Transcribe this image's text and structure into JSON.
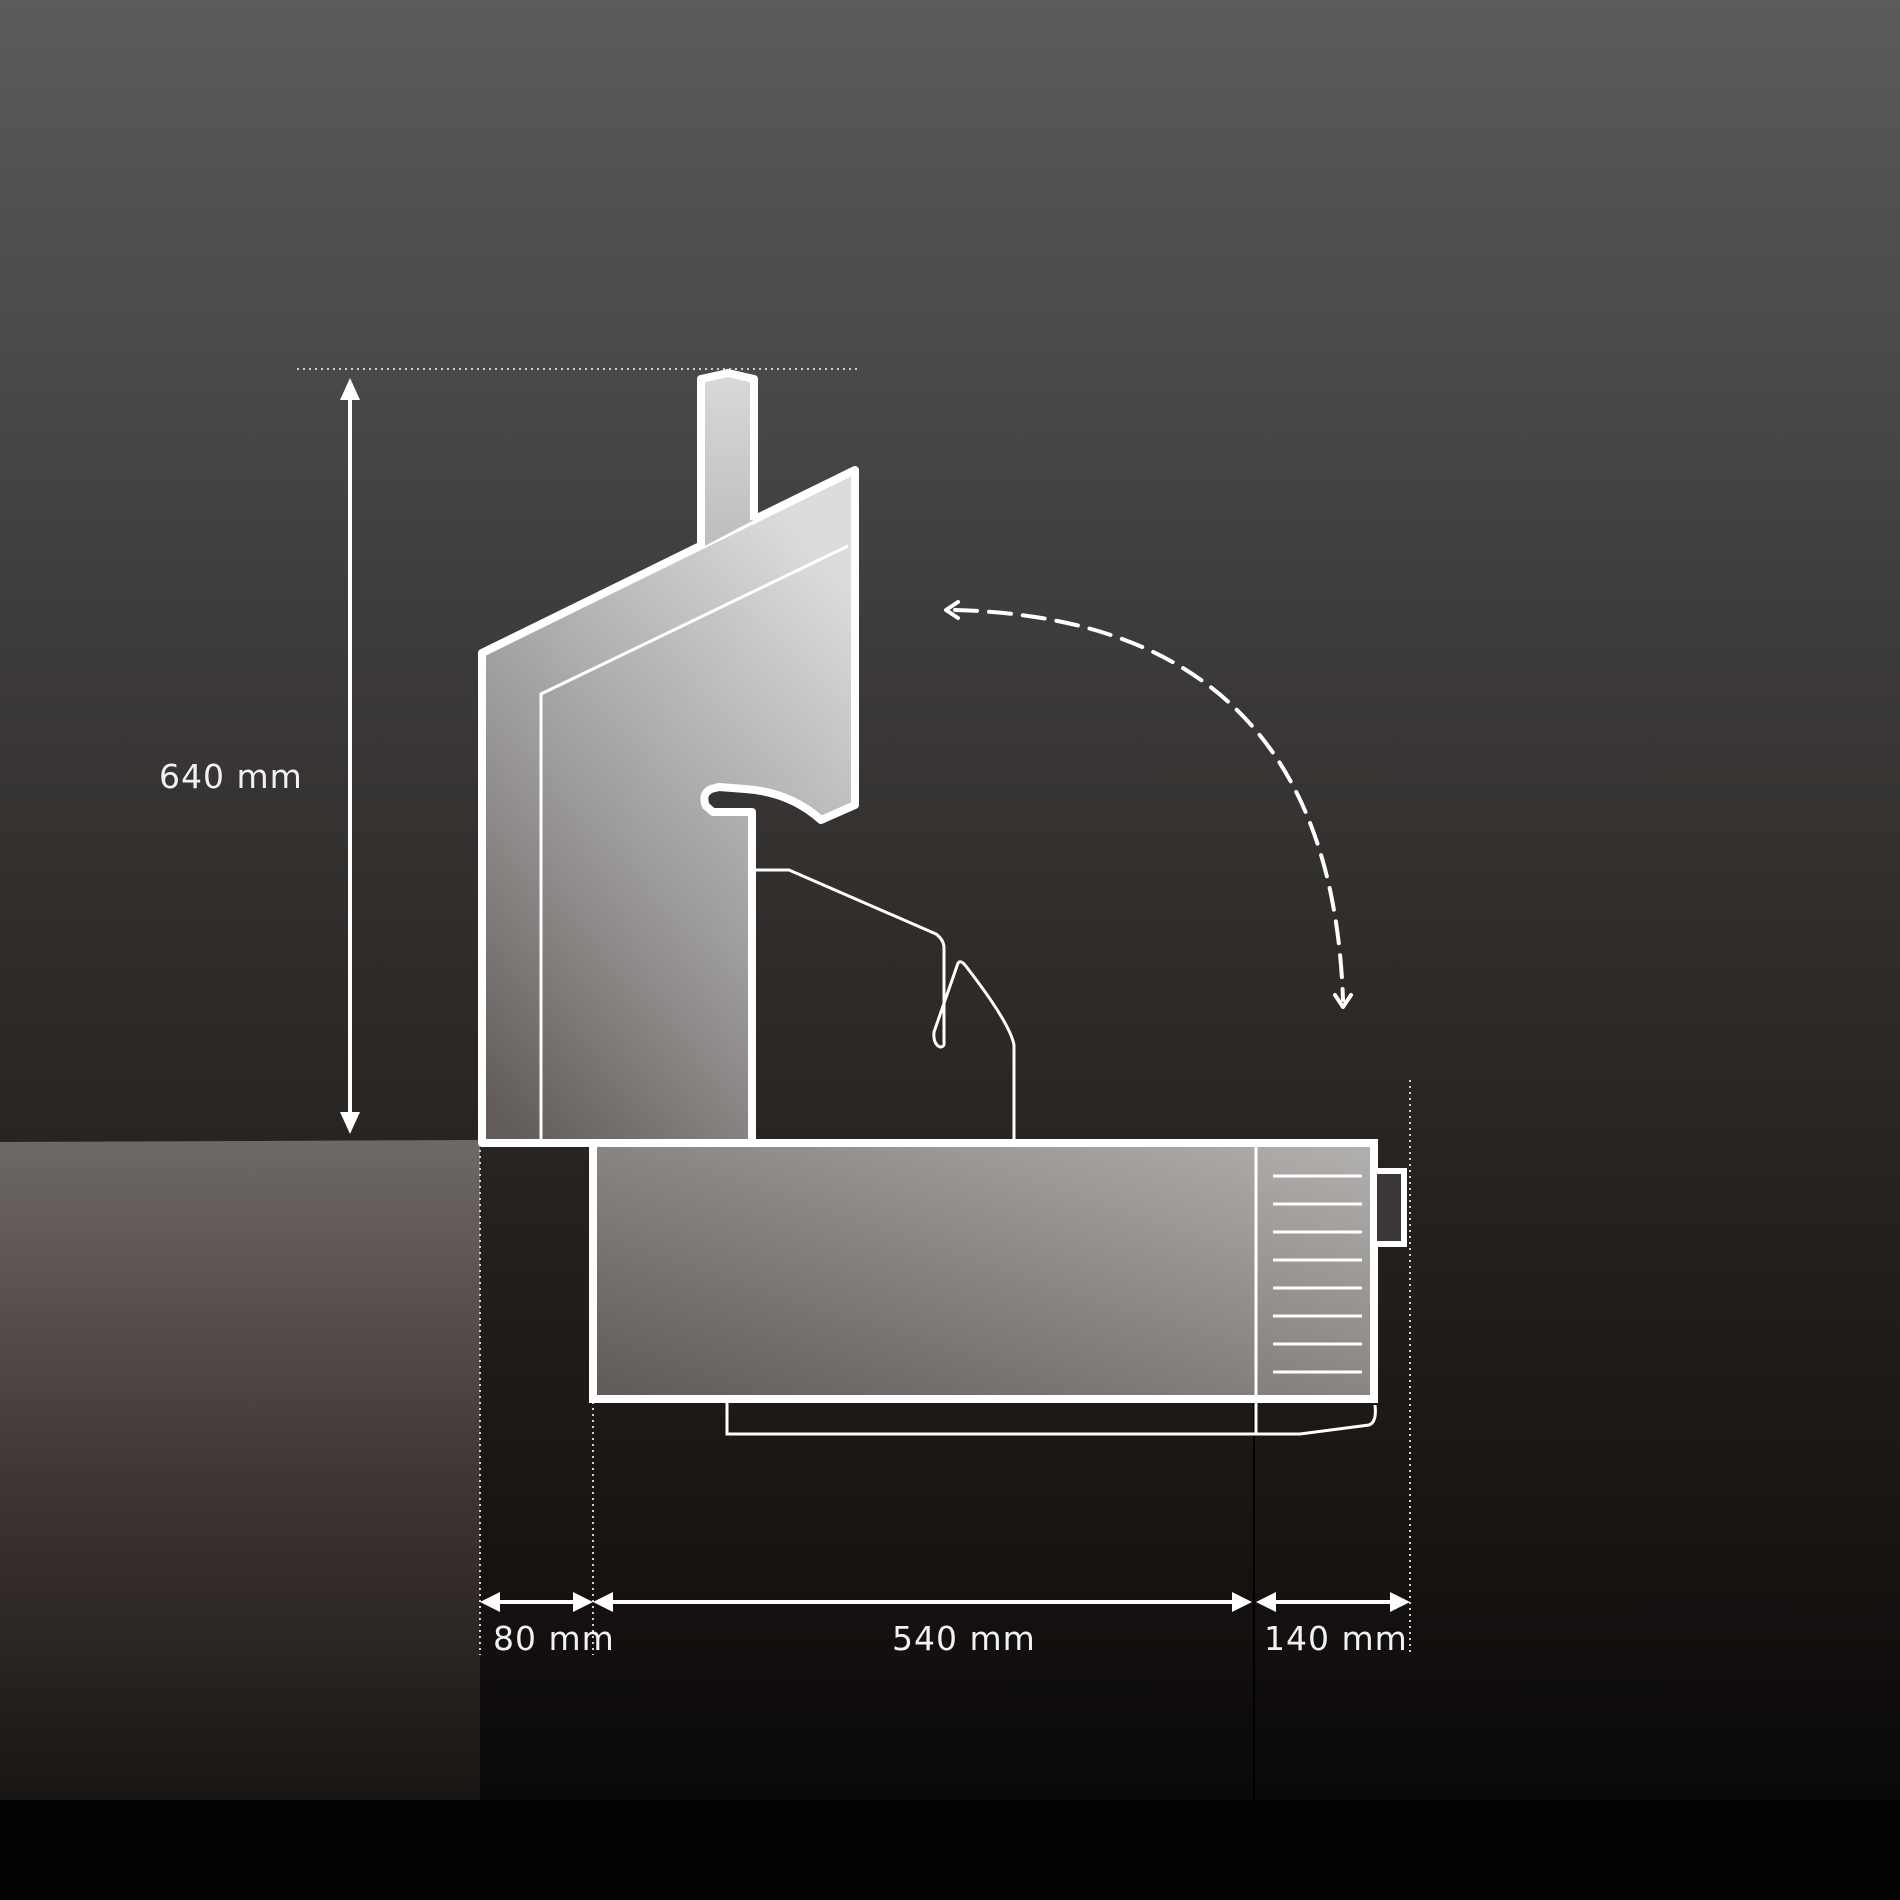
{
  "dimensions": {
    "height": "640 mm",
    "offset": "80 mm",
    "depth": "540 mm",
    "overhang": "140 mm"
  },
  "colors": {
    "background_top": "#5b5b5b",
    "background_bottom": "#050505",
    "outline": "#ffffff",
    "body_fill_light": "#c9c9c9",
    "body_fill_dark": "#6e6a67",
    "counter_top": "#6e6866"
  },
  "icons": {
    "motion": "curved-dashed-arrow-icon"
  }
}
